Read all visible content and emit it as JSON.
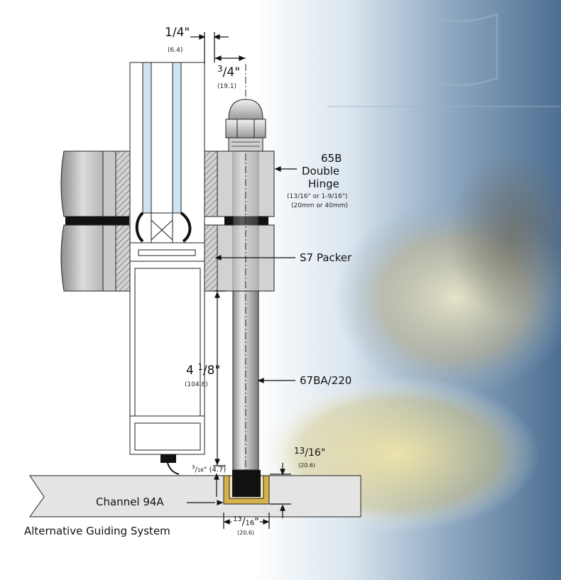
{
  "labels": {
    "hinge_name": "65B",
    "hinge_line2": "Double",
    "hinge_line3": "Hinge",
    "hinge_size_in": "(13/16\" or 1-9/16\")",
    "hinge_size_mm": "(20mm or 40mm)",
    "packer": "S7 Packer",
    "rod": "67BA/220",
    "channel": "Channel 94A",
    "system": "Alternative Guiding System"
  },
  "dims": {
    "glass_gap": {
      "whole": "1",
      "num": "",
      "den": "4",
      "mark": "\"",
      "mm": "(6.4)"
    },
    "rod_offset": {
      "num": "3",
      "den": "4",
      "mark": "\"",
      "mm": "(19.1)"
    },
    "height": {
      "whole": "4",
      "num": "1",
      "den": "8",
      "mark": "\"",
      "mm": "(104.8)"
    },
    "channel_depth": {
      "num": "13",
      "den": "16",
      "mark": "\"",
      "mm": "(20.6)"
    },
    "channel_width": {
      "num": "13",
      "den": "16",
      "mark": "\"",
      "mm": "(20.6)"
    },
    "clearance": {
      "num": "3",
      "den": "16",
      "mark": "\"",
      "mm": "(4.7)"
    }
  },
  "colors": {
    "metal": "#d4d4d4",
    "metal_dark": "#9a9a9a",
    "glass": "#cfe3f3",
    "floor": "#e6e6e6",
    "channel": "#d6b24a",
    "seal": "#111111"
  }
}
